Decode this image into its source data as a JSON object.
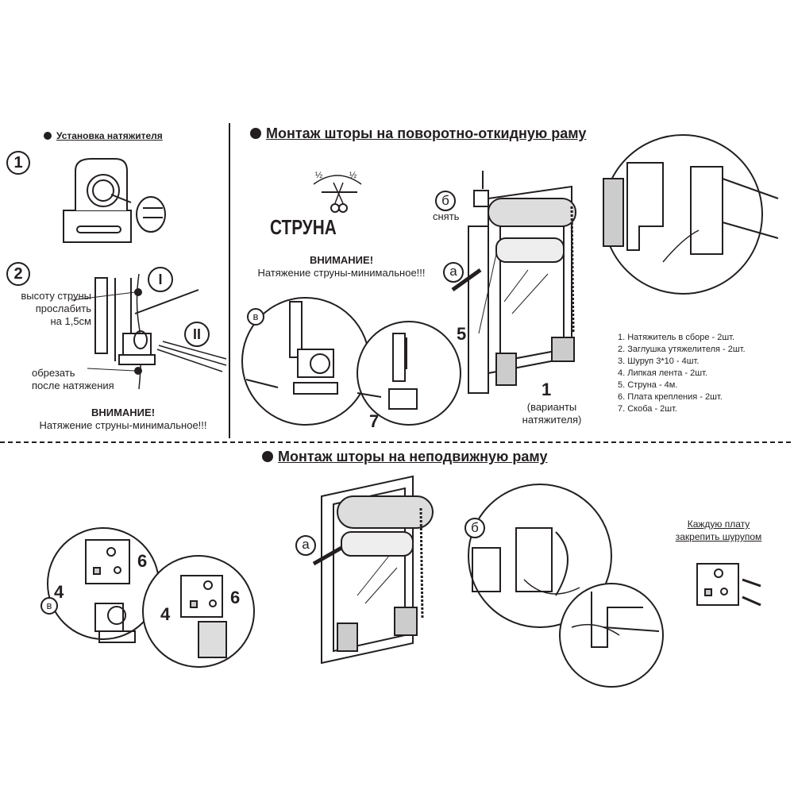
{
  "sections": {
    "tensioner_title": "Установка натяжителя",
    "tilt_title": "Монтаж шторы на поворотно-откидную раму",
    "fixed_title": "Монтаж шторы на неподвижную раму"
  },
  "steps": {
    "one": "1",
    "two": "2",
    "roman_one": "I",
    "roman_two": "II"
  },
  "tensioner": {
    "loosen": [
      "высоту струны",
      "прослабить",
      "на 1,5см"
    ],
    "cut": [
      "обрезать",
      "после натяжения"
    ],
    "warning_title": "ВНИМАНИЕ!",
    "warning_text": "Натяжение струны-минимальное!!!"
  },
  "tilt": {
    "string_label": "СТРУНА",
    "half1": "½",
    "half2": "½",
    "warning_title": "ВНИМАНИЕ!",
    "warning_text": "Натяжение струны-минимальное!!!",
    "b_label": "б",
    "remove": "снять",
    "a_label": "а",
    "v_label": "в",
    "five": "5",
    "seven": "7",
    "one": "1",
    "variants": [
      "(варианты",
      "натяжителя)"
    ]
  },
  "parts_list": [
    "1. Натяжитель в сборе - 2шт.",
    "2. Заглушка утяжелителя - 2шт.",
    "3. Шуруп 3*10 - 4шт.",
    "4. Липкая лента - 2шт.",
    "5. Струна - 4м.",
    "6. Плата крепления - 2шт.",
    "7. Скоба - 2шт."
  ],
  "fixed": {
    "a_label": "а",
    "b_label": "б",
    "v_label": "в",
    "four_a": "4",
    "six_a": "6",
    "four_b": "4",
    "six_b": "6",
    "screw_note": [
      "Каждую плату",
      "закрепить шурупом"
    ]
  }
}
